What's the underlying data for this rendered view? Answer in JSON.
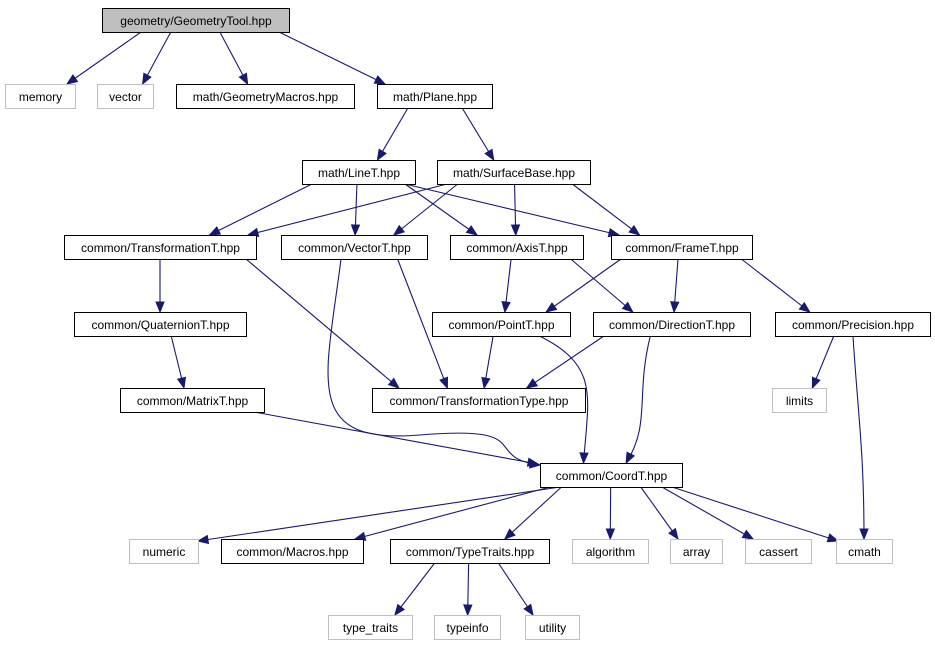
{
  "diagram": {
    "nodes": [
      {
        "id": "root",
        "label": "geometry/GeometryTool.hpp",
        "kind": "root"
      },
      {
        "id": "memory",
        "label": "memory",
        "kind": "external"
      },
      {
        "id": "vector",
        "label": "vector",
        "kind": "external"
      },
      {
        "id": "geomacros",
        "label": "math/GeometryMacros.hpp",
        "kind": "internal"
      },
      {
        "id": "plane",
        "label": "math/Plane.hpp",
        "kind": "internal"
      },
      {
        "id": "linet",
        "label": "math/LineT.hpp",
        "kind": "internal"
      },
      {
        "id": "surfacebase",
        "label": "math/SurfaceBase.hpp",
        "kind": "internal"
      },
      {
        "id": "transformationt",
        "label": "common/TransformationT.hpp",
        "kind": "internal"
      },
      {
        "id": "vectort",
        "label": "common/VectorT.hpp",
        "kind": "internal"
      },
      {
        "id": "axist",
        "label": "common/AxisT.hpp",
        "kind": "internal"
      },
      {
        "id": "framet",
        "label": "common/FrameT.hpp",
        "kind": "internal"
      },
      {
        "id": "quaterniont",
        "label": "common/QuaternionT.hpp",
        "kind": "internal"
      },
      {
        "id": "pointt",
        "label": "common/PointT.hpp",
        "kind": "internal"
      },
      {
        "id": "directiont",
        "label": "common/DirectionT.hpp",
        "kind": "internal"
      },
      {
        "id": "precision",
        "label": "common/Precision.hpp",
        "kind": "internal"
      },
      {
        "id": "matrixt",
        "label": "common/MatrixT.hpp",
        "kind": "internal"
      },
      {
        "id": "transtype",
        "label": "common/TransformationType.hpp",
        "kind": "internal"
      },
      {
        "id": "limits",
        "label": "limits",
        "kind": "external"
      },
      {
        "id": "coordt",
        "label": "common/CoordT.hpp",
        "kind": "internal"
      },
      {
        "id": "numeric",
        "label": "numeric",
        "kind": "external"
      },
      {
        "id": "macros",
        "label": "common/Macros.hpp",
        "kind": "internal"
      },
      {
        "id": "typetraits",
        "label": "common/TypeTraits.hpp",
        "kind": "internal"
      },
      {
        "id": "algorithm",
        "label": "algorithm",
        "kind": "external"
      },
      {
        "id": "array",
        "label": "array",
        "kind": "external"
      },
      {
        "id": "cassert",
        "label": "cassert",
        "kind": "external"
      },
      {
        "id": "cmath",
        "label": "cmath",
        "kind": "external"
      },
      {
        "id": "type_traits",
        "label": "type_traits",
        "kind": "external"
      },
      {
        "id": "typeinfo",
        "label": "typeinfo",
        "kind": "external"
      },
      {
        "id": "utility",
        "label": "utility",
        "kind": "external"
      }
    ],
    "edges": [
      {
        "from": "root",
        "to": "memory"
      },
      {
        "from": "root",
        "to": "vector"
      },
      {
        "from": "root",
        "to": "geomacros"
      },
      {
        "from": "root",
        "to": "plane"
      },
      {
        "from": "plane",
        "to": "linet"
      },
      {
        "from": "plane",
        "to": "surfacebase"
      },
      {
        "from": "linet",
        "to": "transformationt"
      },
      {
        "from": "linet",
        "to": "vectort"
      },
      {
        "from": "linet",
        "to": "axist"
      },
      {
        "from": "linet",
        "to": "framet"
      },
      {
        "from": "surfacebase",
        "to": "transformationt"
      },
      {
        "from": "surfacebase",
        "to": "vectort"
      },
      {
        "from": "surfacebase",
        "to": "axist"
      },
      {
        "from": "surfacebase",
        "to": "framet"
      },
      {
        "from": "transformationt",
        "to": "quaterniont"
      },
      {
        "from": "transformationt",
        "to": "transtype"
      },
      {
        "from": "vectort",
        "to": "transtype"
      },
      {
        "from": "vectort",
        "to": "coordt"
      },
      {
        "from": "axist",
        "to": "pointt"
      },
      {
        "from": "axist",
        "to": "directiont"
      },
      {
        "from": "framet",
        "to": "pointt"
      },
      {
        "from": "framet",
        "to": "directiont"
      },
      {
        "from": "framet",
        "to": "precision"
      },
      {
        "from": "quaterniont",
        "to": "matrixt"
      },
      {
        "from": "matrixt",
        "to": "coordt"
      },
      {
        "from": "pointt",
        "to": "transtype"
      },
      {
        "from": "pointt",
        "to": "coordt"
      },
      {
        "from": "directiont",
        "to": "transtype"
      },
      {
        "from": "directiont",
        "to": "coordt"
      },
      {
        "from": "precision",
        "to": "limits"
      },
      {
        "from": "precision",
        "to": "cmath"
      },
      {
        "from": "coordt",
        "to": "numeric"
      },
      {
        "from": "coordt",
        "to": "macros"
      },
      {
        "from": "coordt",
        "to": "typetraits"
      },
      {
        "from": "coordt",
        "to": "algorithm"
      },
      {
        "from": "coordt",
        "to": "array"
      },
      {
        "from": "coordt",
        "to": "cassert"
      },
      {
        "from": "coordt",
        "to": "cmath"
      },
      {
        "from": "typetraits",
        "to": "type_traits"
      },
      {
        "from": "typetraits",
        "to": "typeinfo"
      },
      {
        "from": "typetraits",
        "to": "utility"
      }
    ]
  }
}
